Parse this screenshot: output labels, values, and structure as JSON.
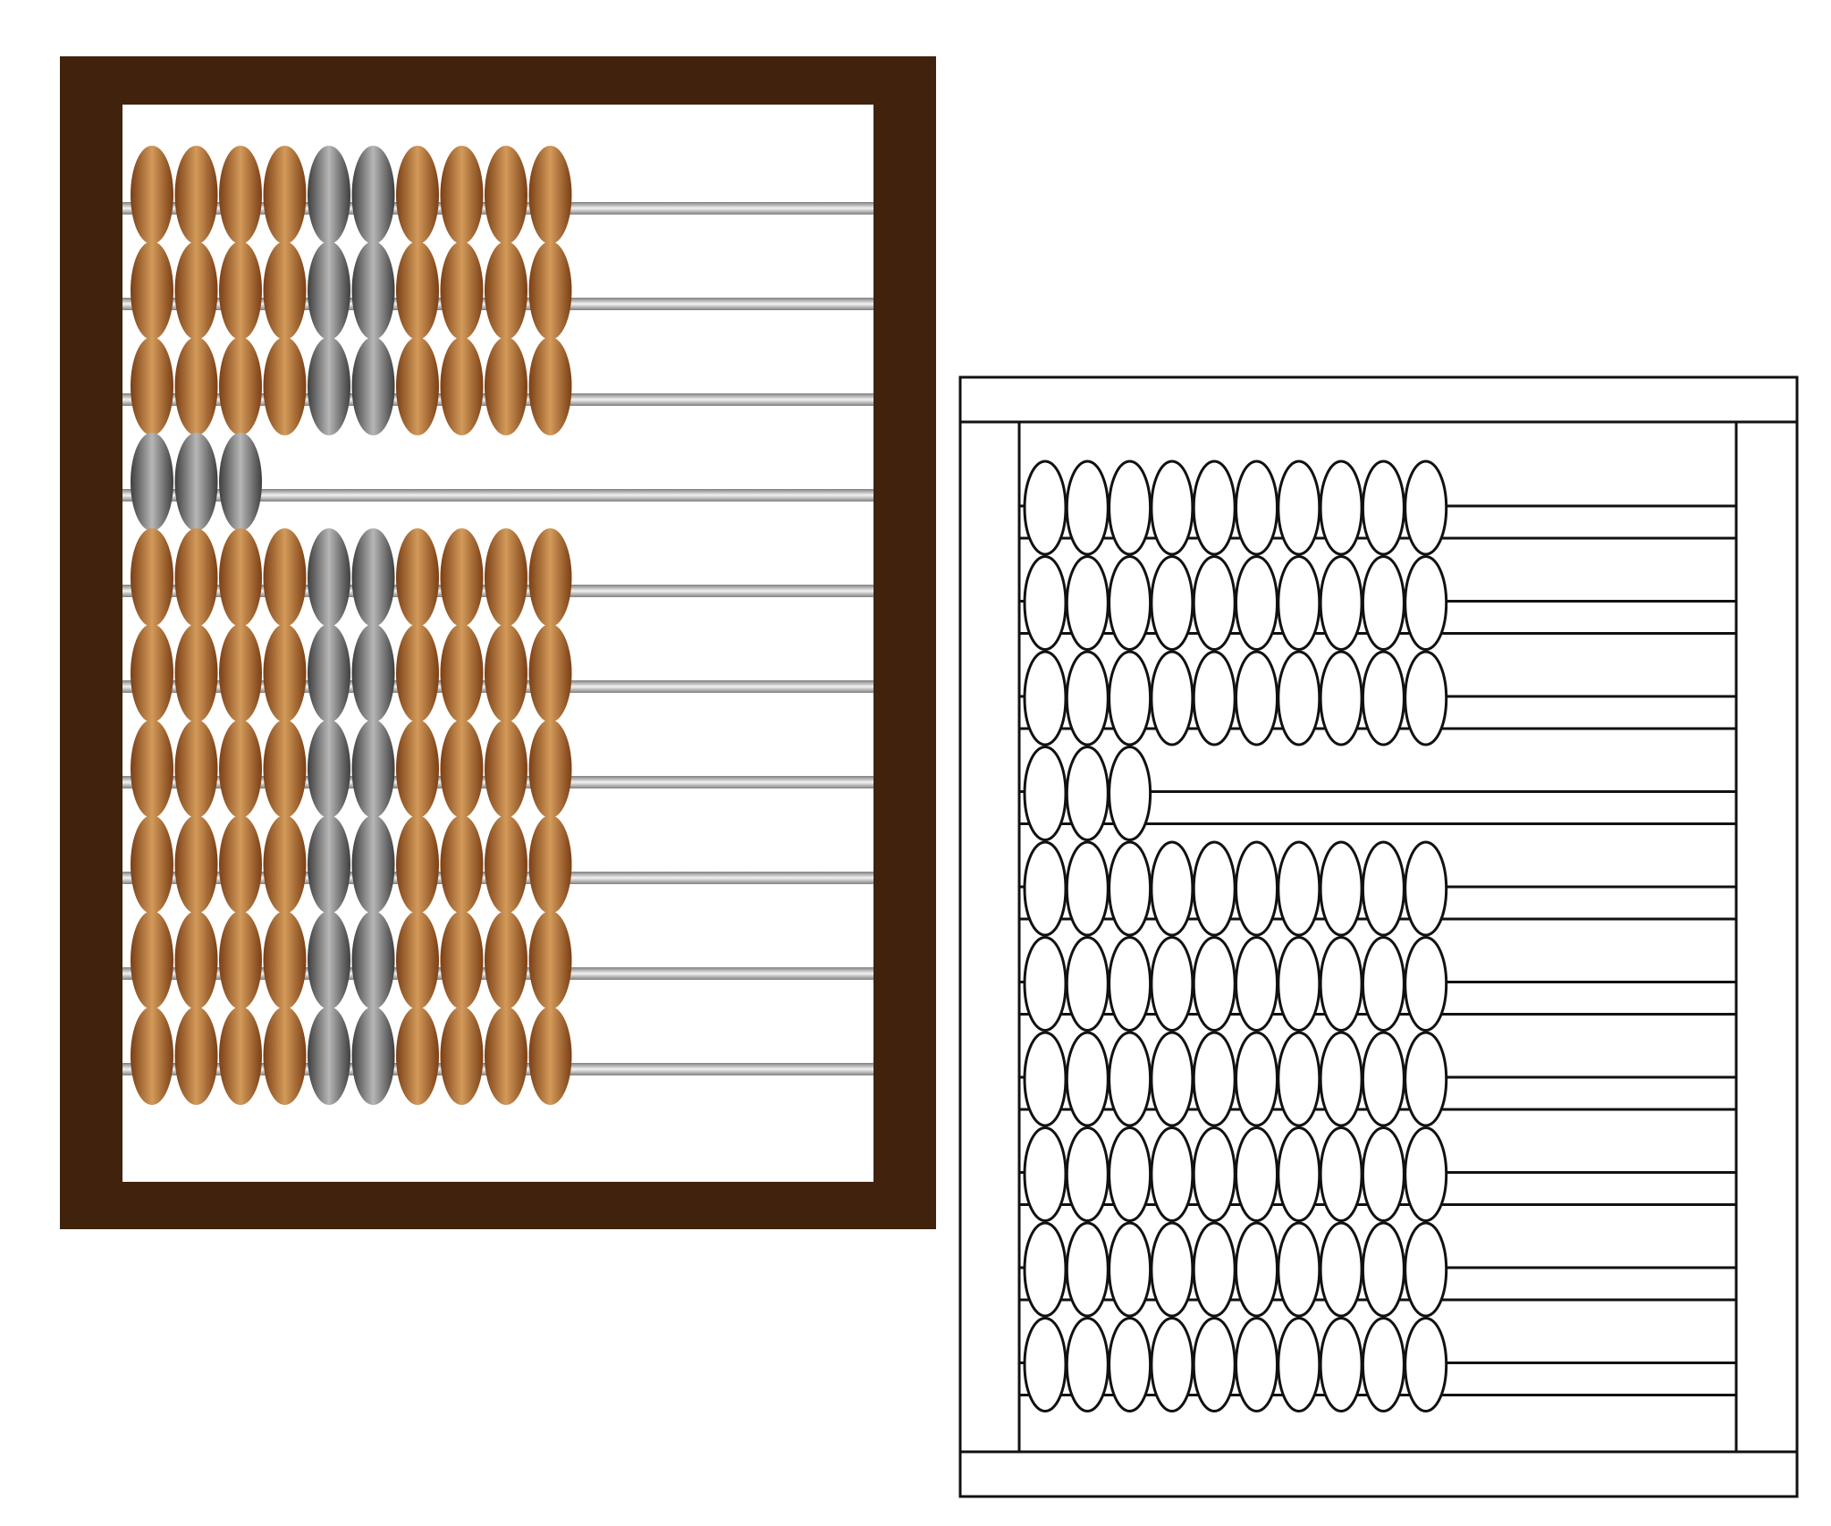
{
  "colors": {
    "background": "#ffffff",
    "frame_brown": "#41220d",
    "bead_brown_dark": "#7a3f15",
    "bead_brown_light": "#d39a5a",
    "bead_gray_dark": "#3e3e3e",
    "bead_gray_light": "#b6b6b6",
    "rod_dark": "#7f7f7f",
    "rod_light": "#f2f2f2",
    "outline_stroke": "#111111"
  },
  "colored_abacus": {
    "rows": [
      {
        "beads": 10,
        "gray_positions": [
          5,
          6
        ]
      },
      {
        "beads": 10,
        "gray_positions": [
          5,
          6
        ]
      },
      {
        "beads": 10,
        "gray_positions": [
          5,
          6
        ]
      },
      {
        "beads": 3,
        "gray_positions": [
          1,
          2,
          3
        ]
      },
      {
        "beads": 10,
        "gray_positions": [
          5,
          6
        ]
      },
      {
        "beads": 10,
        "gray_positions": [
          5,
          6
        ]
      },
      {
        "beads": 10,
        "gray_positions": [
          5,
          6
        ]
      },
      {
        "beads": 10,
        "gray_positions": [
          5,
          6
        ]
      },
      {
        "beads": 10,
        "gray_positions": [
          5,
          6
        ]
      },
      {
        "beads": 10,
        "gray_positions": [
          5,
          6
        ]
      }
    ]
  },
  "outline_abacus": {
    "rows": [
      {
        "beads": 10
      },
      {
        "beads": 10
      },
      {
        "beads": 10
      },
      {
        "beads": 3
      },
      {
        "beads": 10
      },
      {
        "beads": 10
      },
      {
        "beads": 10
      },
      {
        "beads": 10
      },
      {
        "beads": 10
      },
      {
        "beads": 10
      }
    ]
  }
}
